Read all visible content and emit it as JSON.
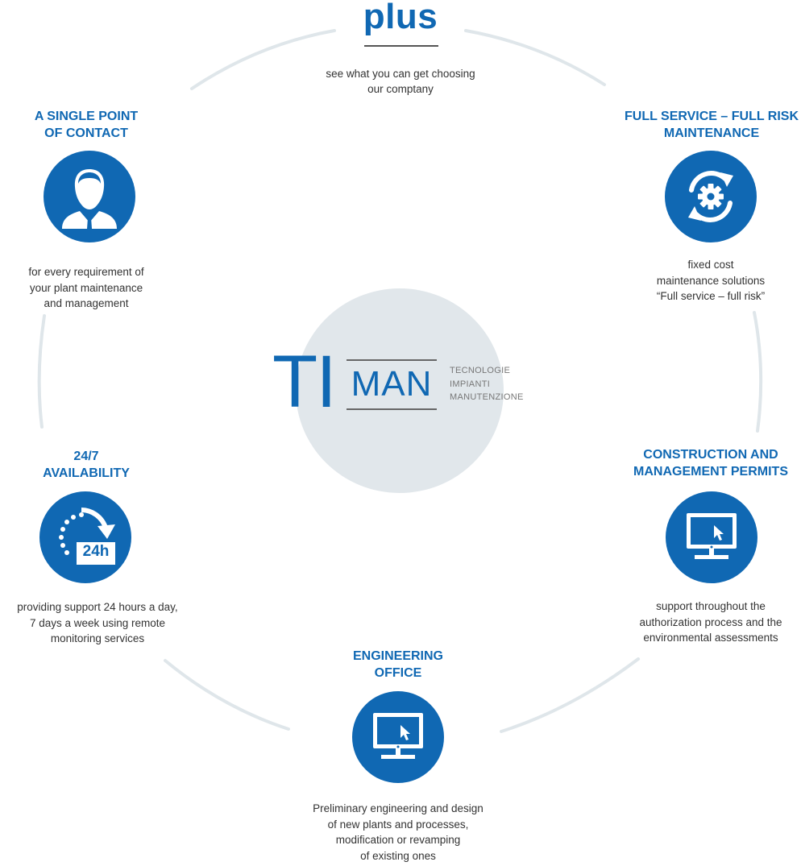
{
  "header": {
    "title": "plus",
    "subtitle_line1": "see what you can get choosing",
    "subtitle_line2": "our comptany"
  },
  "logo": {
    "mark_left": "TI",
    "mark_right": "MAN",
    "sub_line1": "TECNOLOGIE",
    "sub_line2": "IMPIANTI",
    "sub_line3": "MANUTENZIONE"
  },
  "colors": {
    "accent": "#1068b3",
    "ring": "#dfe6ea",
    "center": "#e1e7eb",
    "text": "#333333"
  },
  "nodes": {
    "contact": {
      "title_line1": "A SINGLE POINT",
      "title_line2": "OF CONTACT",
      "icon": "person-icon",
      "desc_line1": "for every requirement of",
      "desc_line2": "your plant maintenance",
      "desc_line3": "and management"
    },
    "fullservice": {
      "title_line1": "FULL SERVICE – FULL RISK",
      "title_line2": "MAINTENANCE",
      "icon": "gear-cycle-icon",
      "desc_line1": "fixed cost",
      "desc_line2": "maintenance solutions",
      "desc_line3": "“Full service – full risk”"
    },
    "availability": {
      "title_line1": "24/7",
      "title_line2": "AVAILABILITY",
      "icon": "clock-24h-icon",
      "icon_text": "24h",
      "desc_line1": "providing support 24 hours a day,",
      "desc_line2": "7 days a week using remote",
      "desc_line3": "monitoring services"
    },
    "permits": {
      "title_line1": "CONSTRUCTION AND",
      "title_line2": "MANAGEMENT PERMITS",
      "icon": "monitor-icon",
      "desc_line1": "support throughout the",
      "desc_line2": "authorization process and the",
      "desc_line3": "environmental assessments"
    },
    "engineering": {
      "title_line1": "ENGINEERING",
      "title_line2": "OFFICE",
      "icon": "monitor-icon",
      "desc_line1": "Preliminary engineering and design",
      "desc_line2": "of new plants and processes,",
      "desc_line3": "modification or revamping",
      "desc_line4": "of existing ones"
    }
  }
}
